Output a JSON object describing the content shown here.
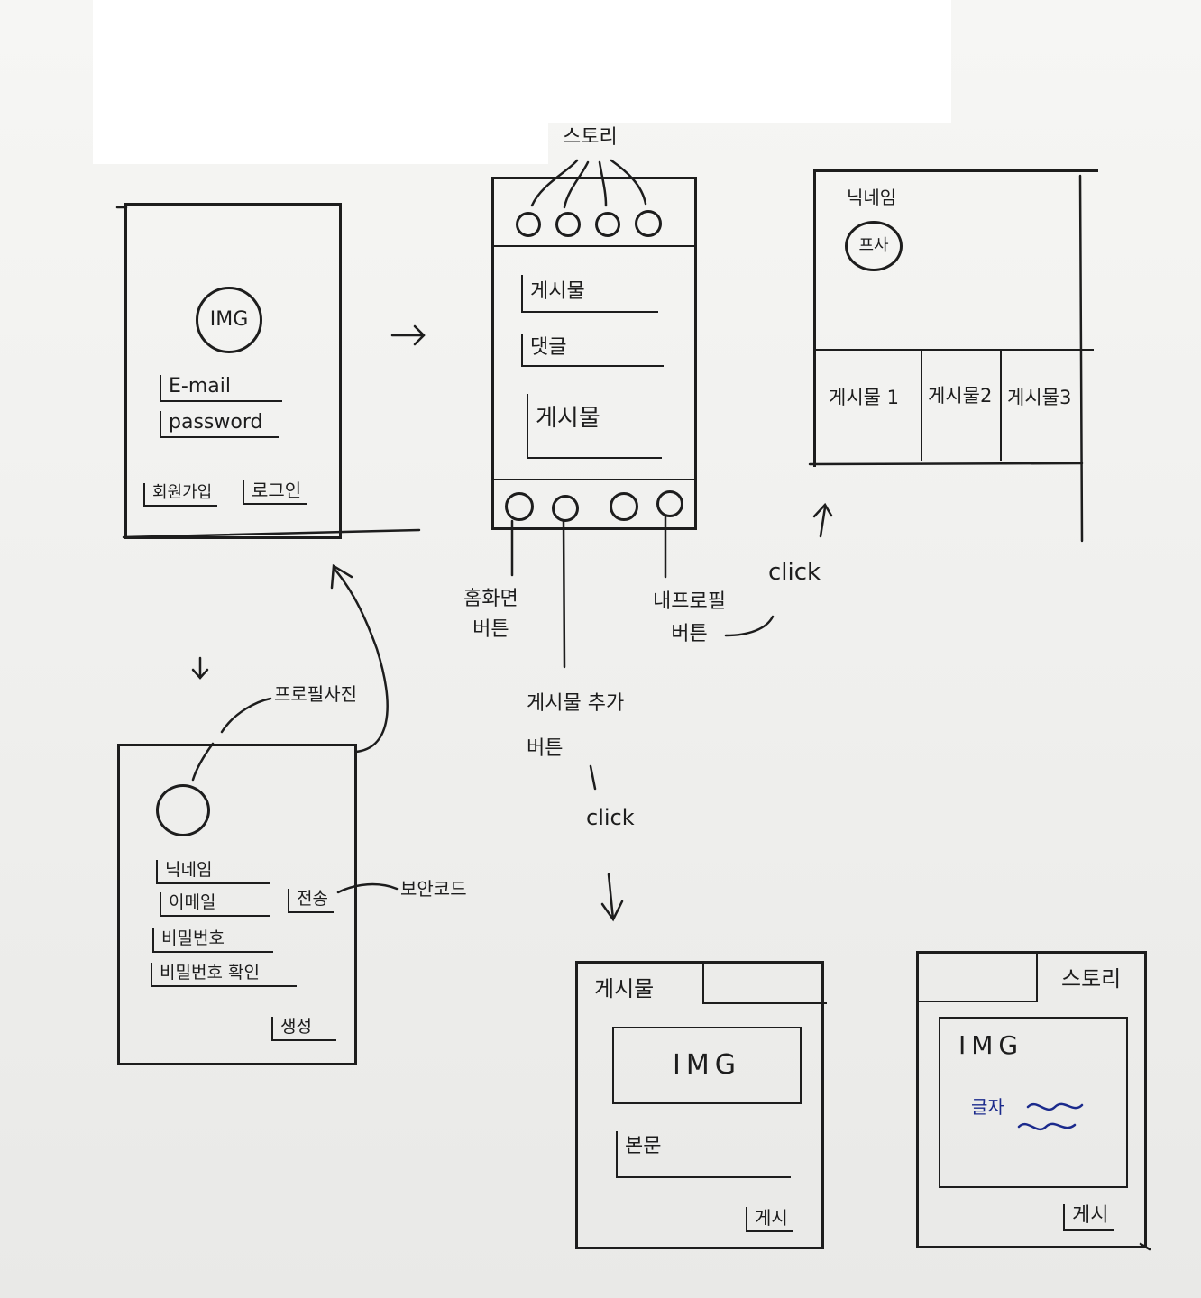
{
  "annotations": {
    "story_top": "스토리",
    "home_button": [
      "홈화면",
      "버튼"
    ],
    "add_post_button": [
      "게시물 추가",
      "버튼"
    ],
    "my_profile_button": [
      "내프로필",
      "버튼"
    ],
    "click_1": "click",
    "click_2": "click",
    "profile_photo": "프로필사진",
    "security_code": "보안코드"
  },
  "login": {
    "logo": "IMG",
    "email_placeholder": "E-mail",
    "password_placeholder": "password",
    "signup_label": "회원가입",
    "login_label": "로그인"
  },
  "feed": {
    "post_1": "게시물",
    "comment": "댓글",
    "post_2": "게시물"
  },
  "profile": {
    "nickname": "닉네임",
    "avatar": "프사",
    "posts": [
      "게시물 1",
      "게시물2",
      "게시물3"
    ]
  },
  "signup": {
    "nickname": "닉네임",
    "email": "이메일",
    "password": "비밀번호",
    "password_confirm": "비밀번호 확인",
    "send_label": "전송",
    "create_label": "생성"
  },
  "new_post": {
    "title": "게시물",
    "image": "IMG",
    "body": "본문",
    "submit_label": "게시"
  },
  "new_story": {
    "title": "스토리",
    "image": "IMG",
    "text": "글자",
    "submit_label": "게시"
  }
}
